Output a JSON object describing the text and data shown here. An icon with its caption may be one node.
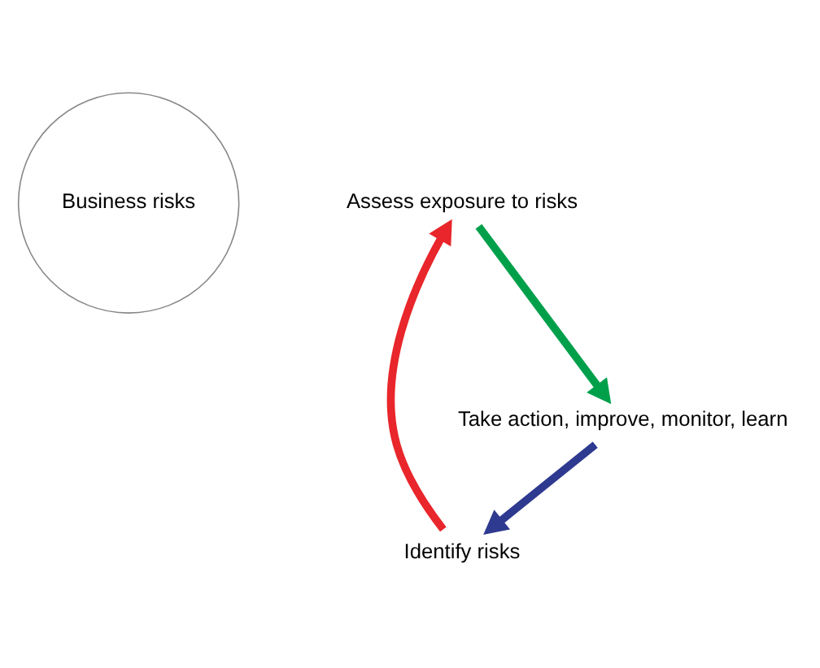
{
  "diagram": {
    "nodes": [
      {
        "text": [
          "Business risks"
        ]
      },
      {
        "text": [
          "Identify risks"
        ]
      },
      {
        "text": [
          "Assess exposure to risks"
        ]
      },
      {
        "text": [
          "Take action, improve, monitor, learn"
        ]
      }
    ],
    "edges": [
      {
        "from": 1,
        "to": 2,
        "arrow": "to",
        "color": "#e8262b"
      },
      {
        "from": 2,
        "to": 3,
        "arrow": "to",
        "color": "#00a04b"
      },
      {
        "from": 3,
        "to": 1,
        "arrow": "to",
        "color": "#2e3a8f"
      }
    ]
  }
}
